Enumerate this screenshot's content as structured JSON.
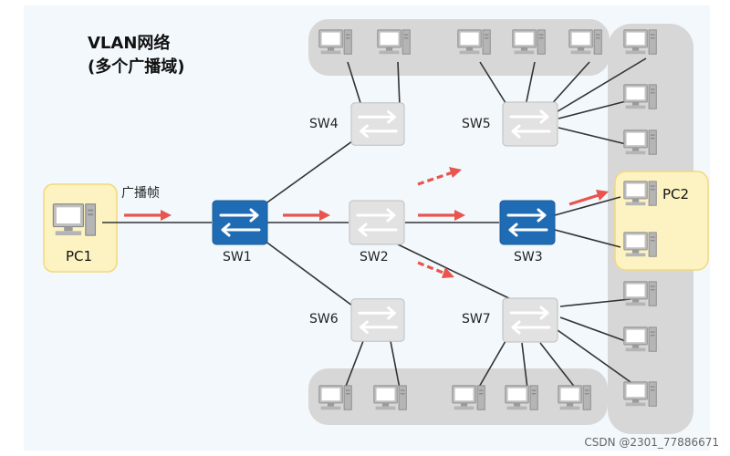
{
  "title": {
    "line1": "VLAN网络",
    "line2": "(多个广播域)"
  },
  "labels": {
    "broadcast_frame": "广播帧",
    "pc1": "PC1",
    "pc2": "PC2",
    "sw1": "SW1",
    "sw2": "SW2",
    "sw3": "SW3",
    "sw4": "SW4",
    "sw5": "SW5",
    "sw6": "SW6",
    "sw7": "SW7"
  },
  "footer": "CSDN @2301_77886671",
  "colors": {
    "canvas_bg": "#f2f8fc",
    "domain_gray": "#d7d7d7",
    "highlight_yellow": "#fdf3c2",
    "highlight_border": "#f2d97a",
    "switch_blue": "#1f6cb5",
    "switch_gray": "#e2e2e2",
    "arrow_red": "#e8554e",
    "link": "#333333"
  },
  "icons": {
    "pc": "pc-icon",
    "switch": "switch-icon"
  }
}
